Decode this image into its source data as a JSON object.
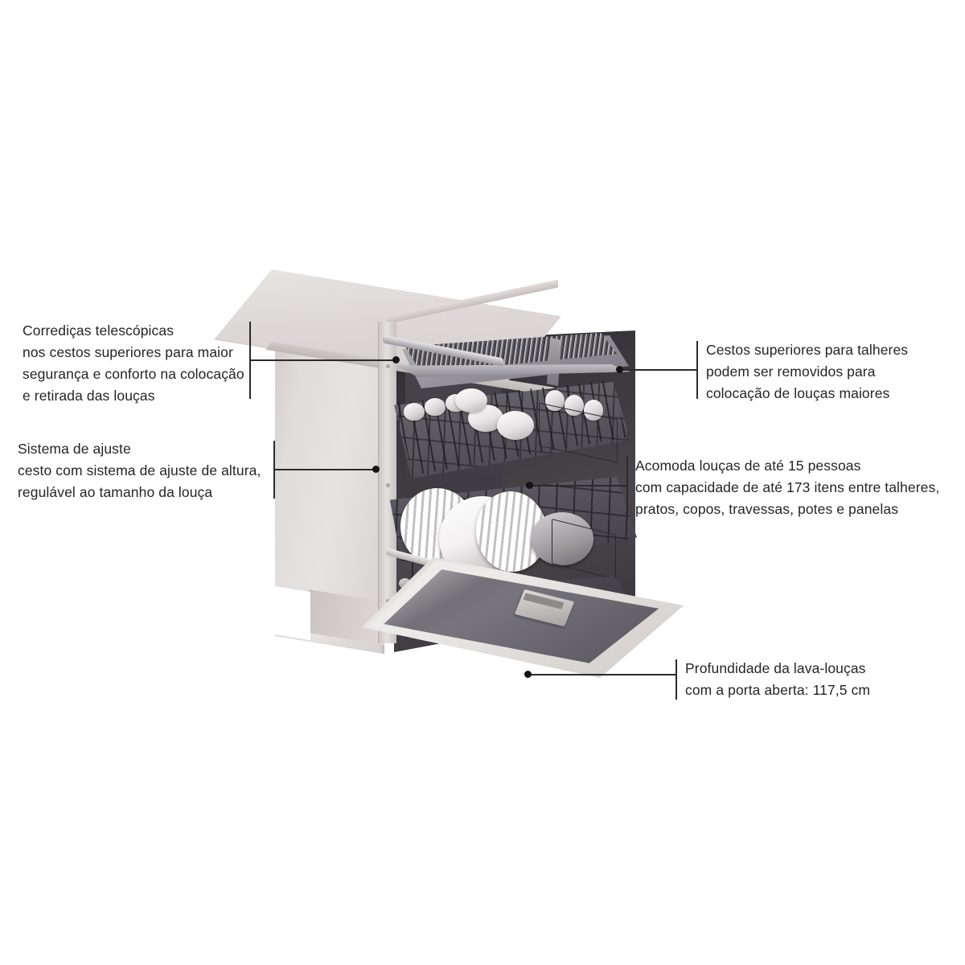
{
  "page": {
    "background_color": "#ffffff",
    "product_name": "lava-loucas",
    "line_color": "#2b2b2b"
  },
  "callouts": [
    {
      "id": "telescopic-rails",
      "position": "left-top",
      "lines": [
        "Corrediças telescópicas",
        "nos cestos superiores para maior",
        "segurança e conforto na colocação",
        "e retirada das louças"
      ]
    },
    {
      "id": "height-adjust",
      "position": "left-middle",
      "lines": [
        "Sistema de ajuste",
        "cesto com sistema de ajuste de altura,",
        "regulável ao tamanho da louça"
      ]
    },
    {
      "id": "removable-cutlery-baskets",
      "position": "right-top",
      "lines": [
        "Cestos superiores para talheres",
        "podem ser removidos para",
        "colocação de louças maiores"
      ]
    },
    {
      "id": "capacity",
      "position": "right-middle",
      "lines": [
        "Acomoda louças de até 15 pessoas",
        "com capacidade de até 173 itens entre talheres,",
        "pratos, copos, travessas, potes e panelas"
      ]
    },
    {
      "id": "open-door-depth",
      "position": "right-bottom",
      "lines": [
        "Profundidade da lava-louças",
        "com a porta aberta: 117,5 cm"
      ]
    }
  ],
  "product_parts": {
    "cabinet": "cabinet-body",
    "top_panel": "top-panel",
    "door": "open-door",
    "cutlery_tray": "third-level-cutlery-tray",
    "upper_rack": "upper-rack",
    "lower_rack": "lower-rack",
    "dispenser": "detergent-dispenser"
  }
}
